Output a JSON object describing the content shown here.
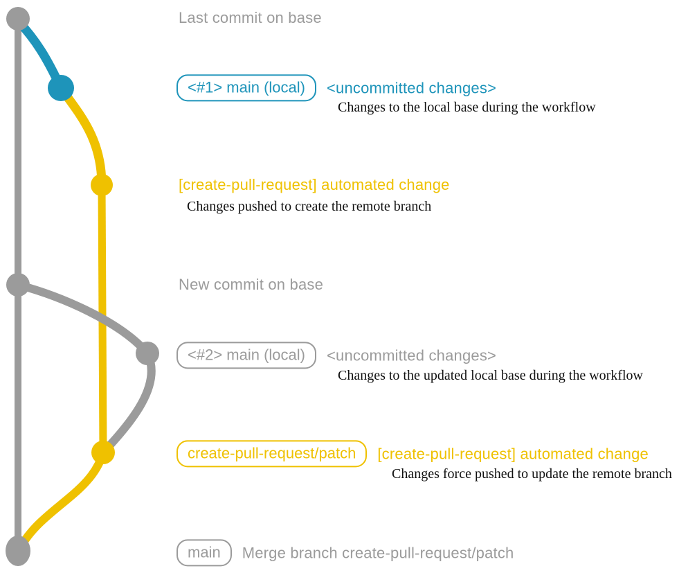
{
  "diagram": {
    "title_semantic": "create-pull-request action git workflow diagram",
    "colors": {
      "base_branch_gray": "#9b9b9b",
      "local_changes_blue": "#1e94ba",
      "pull_request_yellow": "#efc100",
      "description_text": "#111111"
    },
    "commits": [
      {
        "id": "base-tip",
        "branch": "base",
        "color": "gray",
        "label_row": 0
      },
      {
        "id": "local-1",
        "branch": "local changes",
        "color": "blue",
        "label_row": 1
      },
      {
        "id": "patch-1",
        "branch": "create-pull-request/patch",
        "color": "yellow",
        "label_row": 2
      },
      {
        "id": "base-new",
        "branch": "base",
        "color": "gray",
        "label_row": 3
      },
      {
        "id": "local-2",
        "branch": "local changes",
        "color": "gray",
        "label_row": 4
      },
      {
        "id": "patch-2",
        "branch": "create-pull-request/patch",
        "color": "yellow",
        "label_row": 5
      },
      {
        "id": "merge",
        "branch": "base",
        "color": "gray",
        "label_row": 6
      }
    ]
  },
  "rows": [
    {
      "title": "Last commit on base"
    },
    {
      "badge": "<#1> main (local)",
      "title": "<uncommitted changes>",
      "desc": "Changes to the local base during the workflow"
    },
    {
      "title": "[create-pull-request] automated change",
      "desc": "Changes pushed to create the remote branch"
    },
    {
      "title": "New commit on base"
    },
    {
      "badge": "<#2> main (local)",
      "title": "<uncommitted changes>",
      "desc": "Changes to the updated local base during the workflow"
    },
    {
      "badge": "create-pull-request/patch",
      "title": "[create-pull-request] automated change",
      "desc": "Changes force pushed to update the remote branch"
    },
    {
      "badge": "main",
      "title": "Merge branch create-pull-request/patch"
    }
  ]
}
